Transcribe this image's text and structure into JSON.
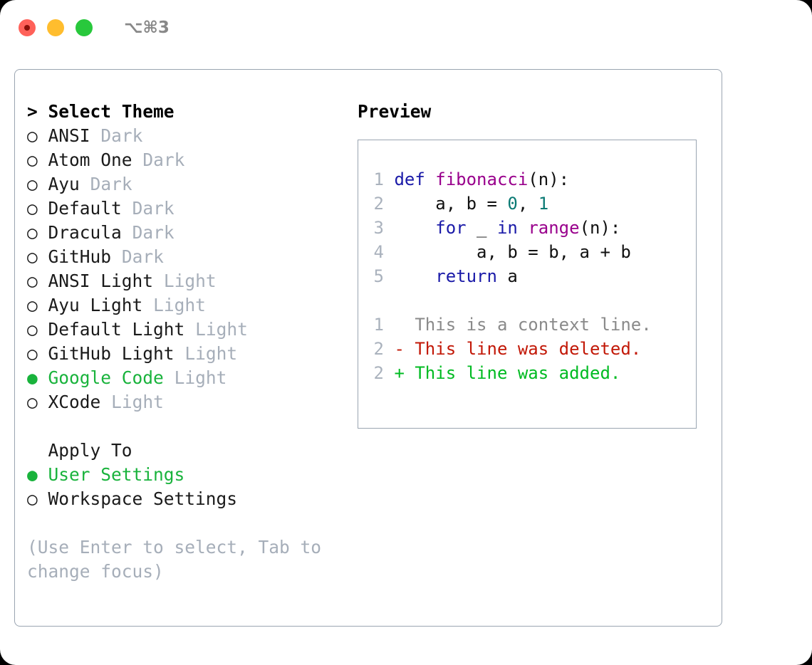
{
  "titlebar": {
    "shortcut": "⌥⌘3",
    "lights": [
      "close",
      "minimize",
      "maximize"
    ]
  },
  "theme_picker": {
    "header_marker": ">",
    "header": "Select Theme",
    "marker_unselected": "○",
    "marker_selected": "●",
    "items": [
      {
        "name": "ANSI",
        "variant": "Dark",
        "selected": false
      },
      {
        "name": "Atom One",
        "variant": "Dark",
        "selected": false
      },
      {
        "name": "Ayu",
        "variant": "Dark",
        "selected": false
      },
      {
        "name": "Default",
        "variant": "Dark",
        "selected": false
      },
      {
        "name": "Dracula",
        "variant": "Dark",
        "selected": false
      },
      {
        "name": "GitHub",
        "variant": "Dark",
        "selected": false
      },
      {
        "name": "ANSI Light",
        "variant": "Light",
        "selected": false
      },
      {
        "name": "Ayu Light",
        "variant": "Light",
        "selected": false
      },
      {
        "name": "Default Light",
        "variant": "Light",
        "selected": false
      },
      {
        "name": "GitHub Light",
        "variant": "Light",
        "selected": false
      },
      {
        "name": "Google Code",
        "variant": "Light",
        "selected": true
      },
      {
        "name": "XCode",
        "variant": "Light",
        "selected": false
      }
    ]
  },
  "apply_to": {
    "header": "Apply To",
    "items": [
      {
        "name": "User Settings",
        "selected": true
      },
      {
        "name": "Workspace Settings",
        "selected": false
      }
    ]
  },
  "hint": "(Use Enter to select, Tab to change focus)",
  "preview": {
    "title": "Preview",
    "code_lines": [
      {
        "no": "1",
        "tokens": [
          {
            "t": "def ",
            "c": "kw"
          },
          {
            "t": "fibonacci",
            "c": "fn"
          },
          {
            "t": "(n):",
            "c": "plain"
          }
        ]
      },
      {
        "no": "2",
        "tokens": [
          {
            "t": "    a, b = ",
            "c": "plain"
          },
          {
            "t": "0",
            "c": "num"
          },
          {
            "t": ", ",
            "c": "plain"
          },
          {
            "t": "1",
            "c": "num"
          }
        ]
      },
      {
        "no": "3",
        "tokens": [
          {
            "t": "    ",
            "c": "plain"
          },
          {
            "t": "for",
            "c": "kw"
          },
          {
            "t": " _ ",
            "c": "plain"
          },
          {
            "t": "in",
            "c": "kw"
          },
          {
            "t": " ",
            "c": "plain"
          },
          {
            "t": "range",
            "c": "fn"
          },
          {
            "t": "(n):",
            "c": "plain"
          }
        ]
      },
      {
        "no": "4",
        "tokens": [
          {
            "t": "        a, b = b, a + b",
            "c": "plain"
          }
        ]
      },
      {
        "no": "5",
        "tokens": [
          {
            "t": "    ",
            "c": "plain"
          },
          {
            "t": "return",
            "c": "kw"
          },
          {
            "t": " a",
            "c": "plain"
          }
        ]
      }
    ],
    "diff_lines": [
      {
        "no": "1",
        "prefix": "  ",
        "text": "This is a context line.",
        "kind": "ctx"
      },
      {
        "no": "2",
        "prefix": "- ",
        "text": "This line was deleted.",
        "kind": "del"
      },
      {
        "no": "2",
        "prefix": "+ ",
        "text": "This line was added.",
        "kind": "add"
      }
    ]
  },
  "colors": {
    "selected_green": "#19b33c",
    "variant_gray": "#a6aeb9",
    "keyword_blue": "#1a1aa8",
    "function_purple": "#99008c",
    "number_teal": "#0b7a74",
    "diff_delete_red": "#c21807",
    "diff_add_green": "#00bb22",
    "panel_border": "#9aa5b1"
  }
}
